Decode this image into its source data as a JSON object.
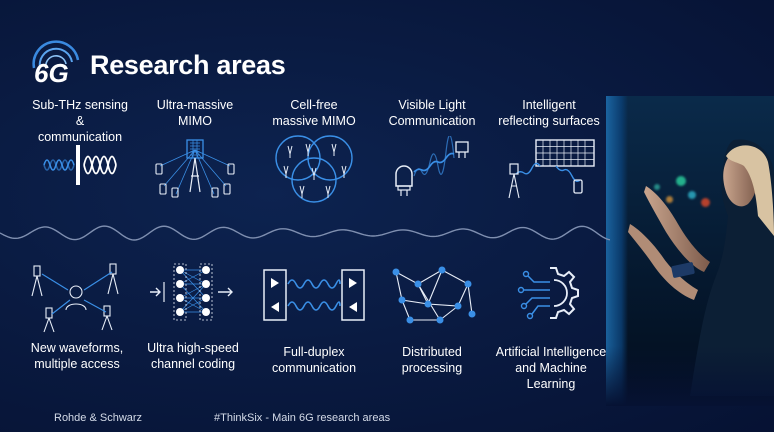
{
  "slide": {
    "title": "Research areas",
    "logo_text": "6G"
  },
  "top_row": [
    {
      "label": "Sub-THz sensing &\ncommunication",
      "icon": "sub-thz-wave-icon"
    },
    {
      "label": "Ultra-massive\nMIMO",
      "icon": "massive-mimo-icon"
    },
    {
      "label": "Cell-free\nmassive MIMO",
      "icon": "cell-free-icon"
    },
    {
      "label": "Visible Light\nCommunication",
      "icon": "visible-light-icon"
    },
    {
      "label": "Intelligent\nreflecting surfaces",
      "icon": "reflecting-surface-icon"
    }
  ],
  "bottom_row": [
    {
      "label": "New waveforms,\nmultiple access",
      "icon": "waveforms-icon"
    },
    {
      "label": "Ultra high-speed\nchannel coding",
      "icon": "neural-net-icon"
    },
    {
      "label": "Full-duplex\ncommunication",
      "icon": "full-duplex-icon"
    },
    {
      "label": "Distributed\nprocessing",
      "icon": "distributed-network-icon"
    },
    {
      "label": "Artificial Intelligence\nand Machine Learning",
      "icon": "ai-gear-icon"
    }
  ],
  "footer": {
    "left": "Rohde & Schwarz",
    "center": "#ThinkSix - Main 6G research areas"
  },
  "colors": {
    "background": "#0a1b42",
    "accent": "#2f8fe6",
    "icon_stroke": "#e8eef8"
  }
}
